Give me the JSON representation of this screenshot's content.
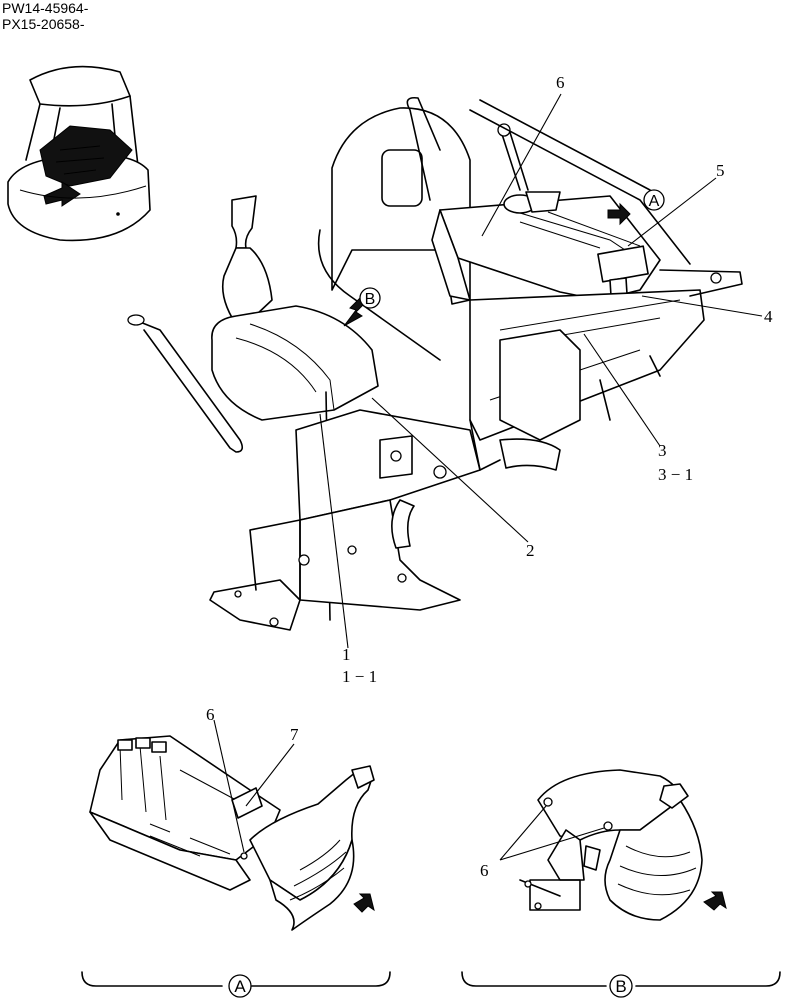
{
  "header": {
    "serial_1": "PW14-45964-",
    "serial_2": "PX15-20658-"
  },
  "callouts": {
    "c1": "1",
    "c1_1": "1 − 1",
    "c2": "2",
    "c3": "3",
    "c3_1": "3 − 1",
    "c4": "4",
    "c5": "5",
    "c6_main": "6",
    "c6_detail_a": "6",
    "c6_detail_b": "6",
    "c7": "7"
  },
  "view_markers": {
    "view_a": "A",
    "view_b": "B",
    "detail_a": "A",
    "detail_b": "B"
  }
}
